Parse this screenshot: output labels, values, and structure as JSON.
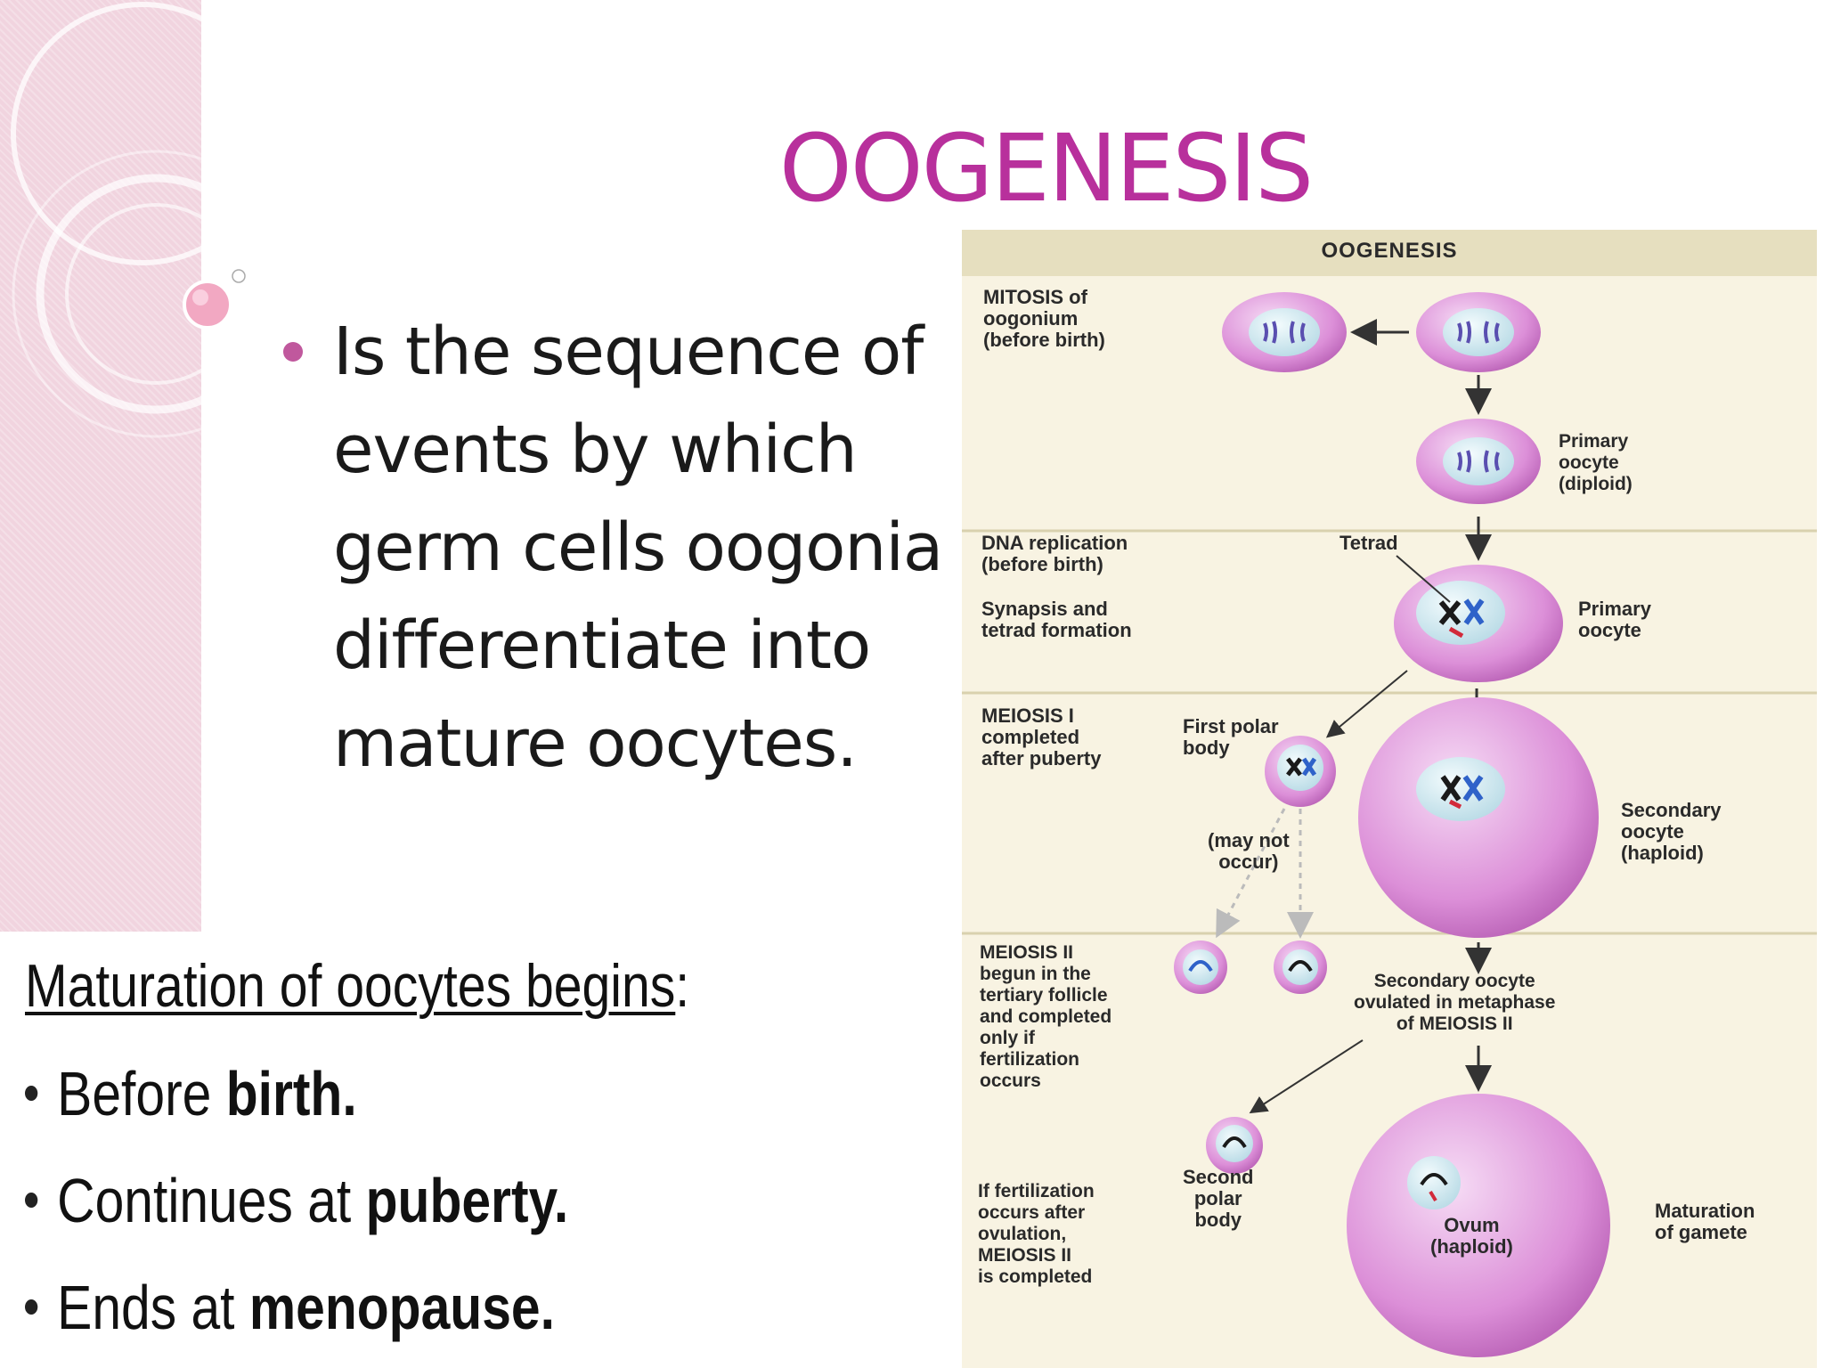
{
  "slide": {
    "title": "OOGENESIS",
    "definition": "Is the sequence of events by which germ cells oogonia differentiate into mature oocytes.",
    "maturation": {
      "heading": "Maturation of oocytes begins",
      "heading_suffix": ":",
      "items": [
        {
          "prefix": "Before ",
          "bold": "birth."
        },
        {
          "prefix": "Continues at ",
          "bold": "puberty."
        },
        {
          "prefix": "Ends at ",
          "bold": "menopause."
        }
      ]
    }
  },
  "diagram": {
    "title": "OOGENESIS",
    "labels": {
      "mitosis": "MITOSIS of\noogonium\n(before birth)",
      "primary_diploid": "Primary\noocyte\n(diploid)",
      "dna_replication": "DNA replication\n(before birth)",
      "tetrad": "Tetrad",
      "synapsis": "Synapsis and\ntetrad formation",
      "primary_oocyte": "Primary\noocyte",
      "meiosis1": "MEIOSIS I\ncompleted\nafter puberty",
      "first_polar": "First polar\nbody",
      "may_not_occur": "(may not\noccur)",
      "secondary_haploid": "Secondary\noocyte\n(haploid)",
      "meiosis2": "MEIOSIS II\nbegun in the\ntertiary follicle\nand completed\nonly if\nfertilization\noccurs",
      "secondary_ovulated": "Secondary oocyte\novulated in metaphase\nof MEIOSIS II",
      "if_fertilization": "If fertilization\noccurs after\novulation,\nMEIOSIS II\nis completed",
      "second_polar": "Second\npolar\nbody",
      "ovum": "Ovum\n(haploid)",
      "maturation_gamete": "Maturation\nof gamete"
    },
    "colors": {
      "title": "#b8309c",
      "cell": "#d37fcf",
      "cell_light": "#f3d3f2",
      "nucleus": "#d8eef4",
      "panel": "#f7f1dc",
      "panel_band": "#e9e2c1"
    }
  }
}
